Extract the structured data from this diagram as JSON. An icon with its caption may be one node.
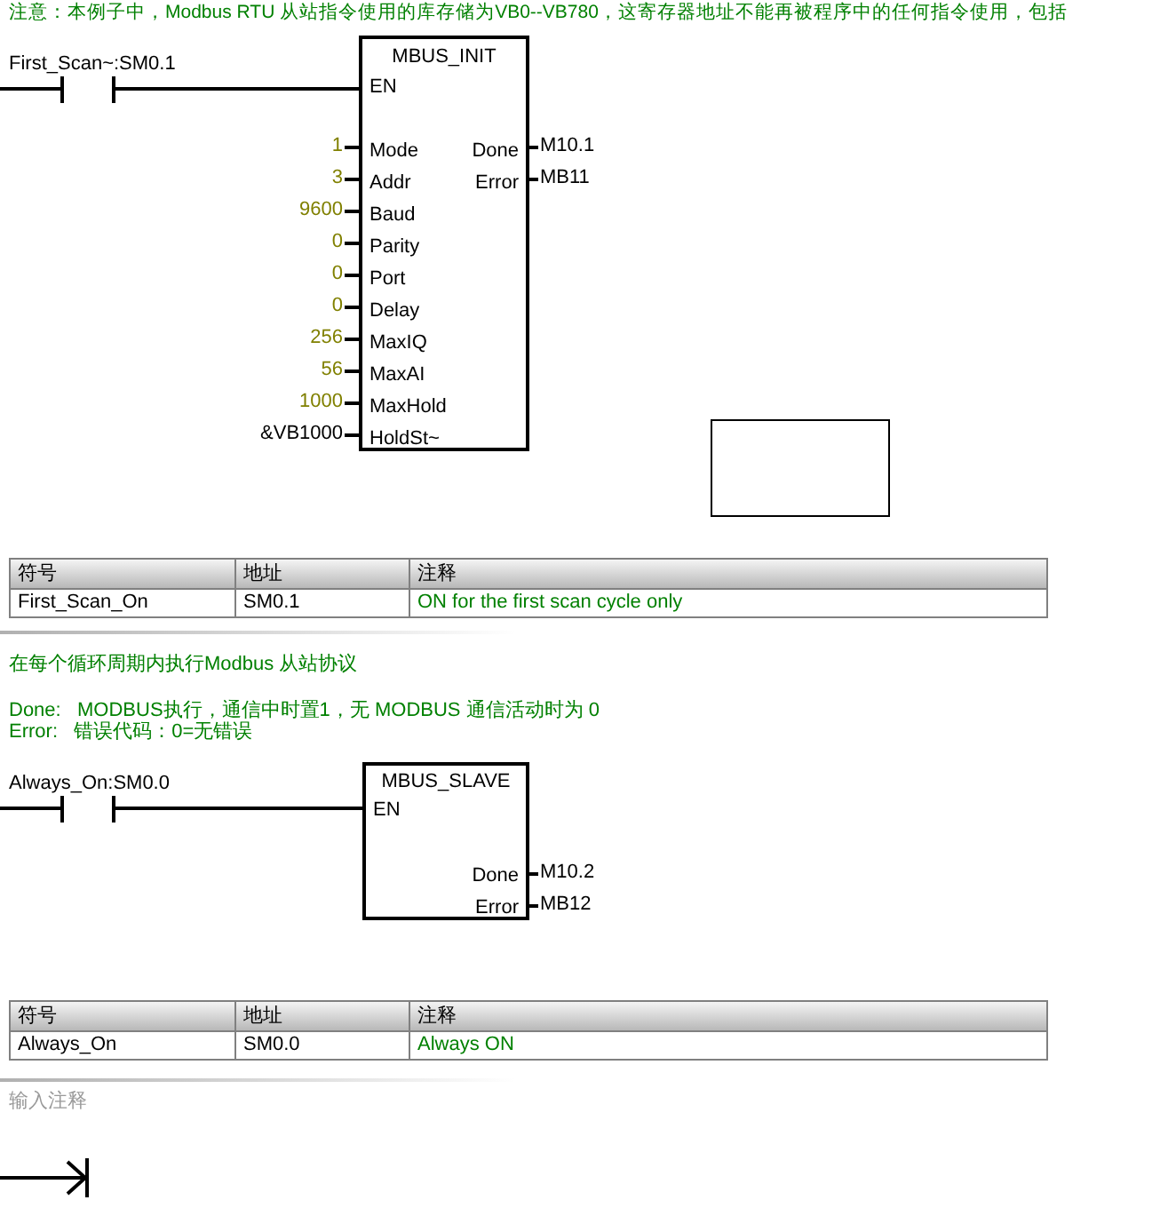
{
  "diagram": {
    "nodes": [
      {
        "text": [
          "First_Scan~:SM0.1"
        ]
      },
      {
        "text": [
          "MBUS_INIT",
          "EN",
          "Mode",
          "Addr",
          "Baud",
          "Parity",
          "Port",
          "Delay",
          "MaxIQ",
          "MaxAI",
          "MaxHold",
          "HoldSt~",
          "Done",
          "Error"
        ]
      },
      {
        "text": [
          "1"
        ]
      },
      {
        "text": [
          "M10.1"
        ]
      },
      {
        "text": [
          "3"
        ]
      },
      {
        "text": [
          "MB11"
        ]
      },
      {
        "text": [
          "9600"
        ]
      },
      {
        "text": [
          "0"
        ]
      },
      {
        "text": [
          "0"
        ]
      },
      {
        "text": [
          "0"
        ]
      },
      {
        "text": [
          "256"
        ]
      },
      {
        "text": [
          "56"
        ]
      },
      {
        "text": [
          "1000"
        ]
      },
      {
        "text": [
          "&VB1000"
        ]
      },
      {
        "text": [],
        "shape": "box"
      },
      {
        "text": [
          "Always_On:SM0.0"
        ]
      },
      {
        "text": [
          "MBUS_SLAVE",
          "EN",
          "Done",
          "Error"
        ]
      },
      {
        "text": [
          "M10.2"
        ]
      },
      {
        "text": [
          "MB12"
        ]
      }
    ],
    "edges": [
      {
        "from": 0,
        "to": 1,
        "arrow": "none"
      },
      {
        "from": 2,
        "to": 1,
        "arrow": "none"
      },
      {
        "from": 4,
        "to": 1,
        "arrow": "none"
      },
      {
        "from": 6,
        "to": 1,
        "arrow": "none"
      },
      {
        "from": 7,
        "to": 1,
        "arrow": "none"
      },
      {
        "from": 8,
        "to": 1,
        "arrow": "none"
      },
      {
        "from": 9,
        "to": 1,
        "arrow": "none"
      },
      {
        "from": 10,
        "to": 1,
        "arrow": "none"
      },
      {
        "from": 11,
        "to": 1,
        "arrow": "none"
      },
      {
        "from": 12,
        "to": 1,
        "arrow": "none"
      },
      {
        "from": 13,
        "to": 1,
        "arrow": "none"
      },
      {
        "from": 1,
        "to": 3,
        "arrow": "none"
      },
      {
        "from": 1,
        "to": 5,
        "arrow": "none"
      },
      {
        "from": 15,
        "to": 16,
        "arrow": "none"
      },
      {
        "from": 16,
        "to": 17,
        "arrow": "none"
      },
      {
        "from": 16,
        "to": 18,
        "arrow": "none"
      }
    ],
    "labels": [
      "注意：本例子中，Modbus RTU 从站指令使用的库存储为VB0--VB780，这寄存器地址不能再被程序中的任何指令使用，包括",
      "符号",
      "地址",
      "注释",
      "First_Scan_On",
      "SM0.1",
      "ON for the first scan cycle only",
      "在每个循环周期内执行Modbus 从站协议",
      "Done:   MODBUS执行，通信中时置1，无 MODBUS 通信活动时为 0",
      "Error:   错误代码：0=无错误",
      "符号",
      "地址",
      "注释",
      "Always_On",
      "SM0.0",
      "Always ON",
      "输入注释"
    ]
  }
}
